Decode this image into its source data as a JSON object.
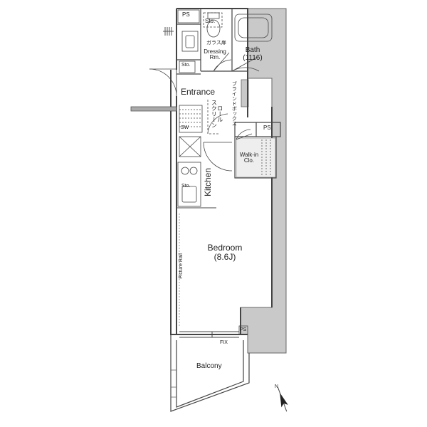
{
  "rooms": {
    "ps_top": "PS",
    "sto_top": "Sto.",
    "glass_door": "ガラス扉",
    "dressing": "Dressing\nRm.",
    "bath": "Bath\n(1116)",
    "sto_entry": "Sto.",
    "entrance": "Entrance",
    "roll_screen": "ロール\nスクリーン",
    "blind_box": "ブラインドボックス",
    "sw": "SW",
    "ps_mid": "PS",
    "walkin": "Walk-in\nClo.",
    "kitchen": "Kitchen",
    "sto_kitchen": "Sto.",
    "bedroom": "Bedroom\n(8.6J)",
    "picture_rail": "Picture Rail",
    "ps_low": "PS",
    "fix": "FIX",
    "balcony": "Balcony"
  },
  "compass": {
    "label": "N"
  },
  "colors": {
    "wall": "#c9c9c9",
    "line": "#444444",
    "bg": "#ffffff"
  }
}
